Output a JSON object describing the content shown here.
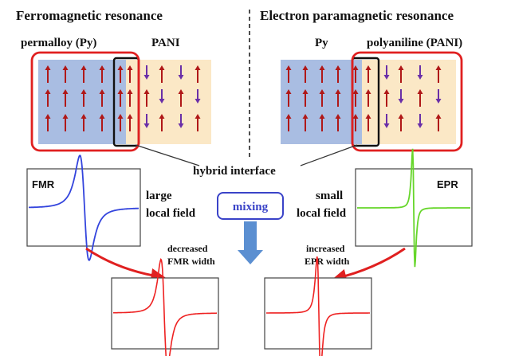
{
  "titles": {
    "left": "Ferromagnetic resonance",
    "right": "Electron paramagnetic resonance"
  },
  "left_panel": {
    "material_a": "permalloy (Py)",
    "material_b": "PANI"
  },
  "right_panel": {
    "material_a": "Py",
    "material_b": "polyaniline (PANI)"
  },
  "center": {
    "interface_label": "hybrid interface",
    "mixing_label": "mixing"
  },
  "fmr_side": {
    "plot_label": "FMR",
    "field_line1": "large",
    "field_line2": "local field",
    "effect_line1": "decreased",
    "effect_line2": "FMR width"
  },
  "epr_side": {
    "plot_label": "EPR",
    "field_line1": "small",
    "field_line2": "local field",
    "effect_line1": "increased",
    "effect_line2": "EPR width"
  },
  "colors": {
    "py_fill": "#a9bde2",
    "pani_fill": "#fbe8c6",
    "spin_red": "#b01818",
    "spin_purple": "#6a2fa8",
    "highlight": "#e02020",
    "fmr_curve": "#3344dd",
    "epr_curve": "#66d62a",
    "result_curve": "#ee2222",
    "mixing_arrow": "#5b8fd1"
  }
}
